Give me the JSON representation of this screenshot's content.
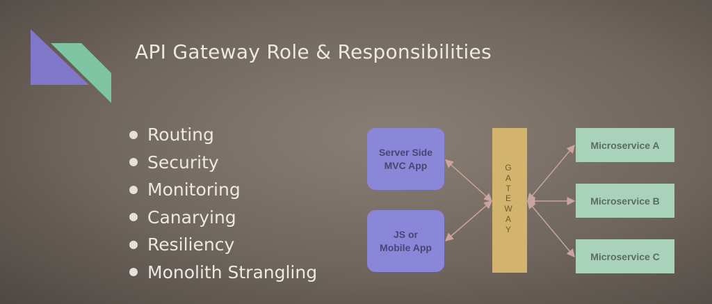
{
  "slide": {
    "title": "API Gateway Role & Responsibilities",
    "bullets": [
      "Routing",
      "Security",
      "Monitoring",
      "Canarying",
      "Resiliency",
      "Monolith Strangling"
    ]
  },
  "diagram": {
    "clients": [
      {
        "line1": "Server Side",
        "line2": "MVC App"
      },
      {
        "line1": "JS or",
        "line2": "Mobile App"
      }
    ],
    "gateway_letters": [
      "G",
      "A",
      "T",
      "E",
      "W",
      "A",
      "Y"
    ],
    "microservices": [
      "Microservice A",
      "Microservice B",
      "Microservice C"
    ]
  },
  "colors": {
    "background": "#7a7067",
    "logo_purple": "#8177c8",
    "logo_green": "#7fc5a4",
    "client_box": "#8a87d8",
    "gateway_box": "#d2b46f",
    "microservice_box": "#a9d2bb",
    "arrow": "#c8a59d"
  },
  "icons": [
    "logo-mark-icon"
  ]
}
